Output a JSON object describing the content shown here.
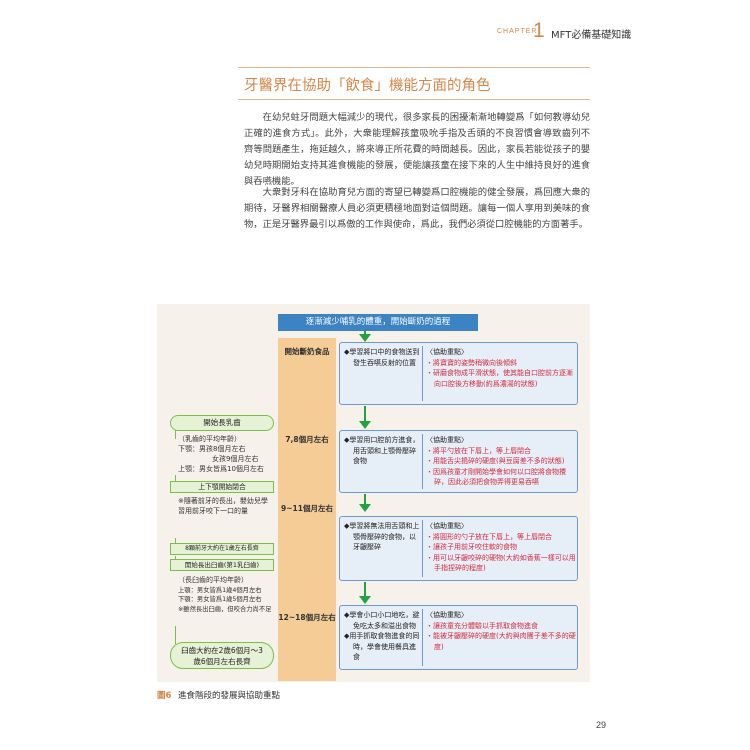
{
  "header": {
    "chapter_label": "CHAPTER",
    "chapter_number": "1",
    "chapter_title": "MFT必備基礎知識"
  },
  "section": {
    "title": "牙醫界在協助「飲食」機能方面的角色",
    "paragraphs": [
      "在幼兒蛀牙問題大幅減少的現代，很多家長的困擾漸漸地轉變爲「如何教導幼兒正確的進食方式」。此外，大衆能理解孩童吸吮手指及舌頭的不良習慣會導致齒列不齊等問題產生，拖延越久，將來導正所花費的時間越長。因此，家長若能從孩子的嬰幼兒時期開始支持其進食機能的發展，便能讓孩童在接下來的人生中維持良好的進食與吞嚥機能。",
      "大衆對牙科在協助育兒方面的寄望已轉變爲口腔機能的健全發展，爲回應大衆的期待，牙醫界相關醫療人員必須更積極地面對這個問題。讓每一個人享用到美味的食物，正是牙醫界最引以爲傲的工作與使命，爲此，我們必須從口腔機能的方面著手。"
    ]
  },
  "figure": {
    "top_bar": "逐漸減少哺乳的體重，開始斷奶的過程",
    "stages": [
      "開始斷奶食品",
      "7,8個月左右",
      "9~11個月左右",
      "12~18個月左右"
    ],
    "boxes": [
      {
        "left": [
          "◆學習將口中的食物送到發生吞嚥反射的位置"
        ],
        "heading": "〈協助重點〉",
        "items": [
          "・將寶寶的姿勢稍微向後傾斜",
          "・研磨食物成平滑狀態，使其能自口腔前方逐漸向口腔後方移動(約爲濃湯的狀態)"
        ]
      },
      {
        "left": [
          "◆學習用口腔前方進食，用舌頭和上顎骨壓碎食物"
        ],
        "heading": "〈協助重點〉",
        "items": [
          "・將平勺放在下唇上，等上唇閉合",
          "・用能舌尖搗碎的硬度(與豆腐差不多的狀態)",
          "・因爲孩童才剛開始學會如何以口腔將食物攪碎，因此必須把食物弄得更易吞嚥"
        ]
      },
      {
        "left": [
          "◆學習將無法用舌頭和上顎骨壓碎的食物，以牙齦壓碎"
        ],
        "heading": "〈協助重點〉",
        "items": [
          "・將圓形的勺子放在下唇上，等上唇閉合",
          "・讓孩子用前牙咬住軟的食物",
          "・用可以牙齦咬碎的硬物(大約如香蕉一樣可以用手指捏碎的程度)"
        ]
      },
      {
        "left": [
          "◆學會小口小口地吃，避免吃太多和溢出食物",
          "◆用手抓取食物進食的同時，學會使用餐具進食"
        ],
        "heading": "〈協助重點〉",
        "items": [
          "・讓孩童充分體驗以手抓取食物進食",
          "・能被牙齦壓碎的硬度(大約與肉團子差不多的硬度)"
        ]
      }
    ],
    "left": {
      "start_teeth": "開始長乳齒",
      "avg_title": "（乳齒的平均年齡）",
      "avg_lines": [
        "下顎：男孩8個月左右",
        "女孩9個月左右",
        "上顎：男女皆爲10個月左右"
      ],
      "lips_close": "上下顎開始閉合",
      "lips_note": "※隨著前牙的長出，嬰幼兒學習用前牙咬下一口的量",
      "eight_teeth": "8顆前牙大約在1歲左右長齊",
      "molar_start": "開始長出臼齒(第1乳臼齒)",
      "molar_title": "（長臼齒的平均年齡）",
      "molar_lines": [
        "上顎：男女皆爲1歲4個月左右",
        "下顎：男女皆爲1歲5個月左右",
        "※雖然長出臼齒，但咬合力尚不足"
      ],
      "complete": "臼齒大約在2歲6個月～3歲6個月左右長齊"
    },
    "caption_label": "圖6",
    "caption_text": "進食階段的發展與協助重點"
  },
  "page_number": "29"
}
